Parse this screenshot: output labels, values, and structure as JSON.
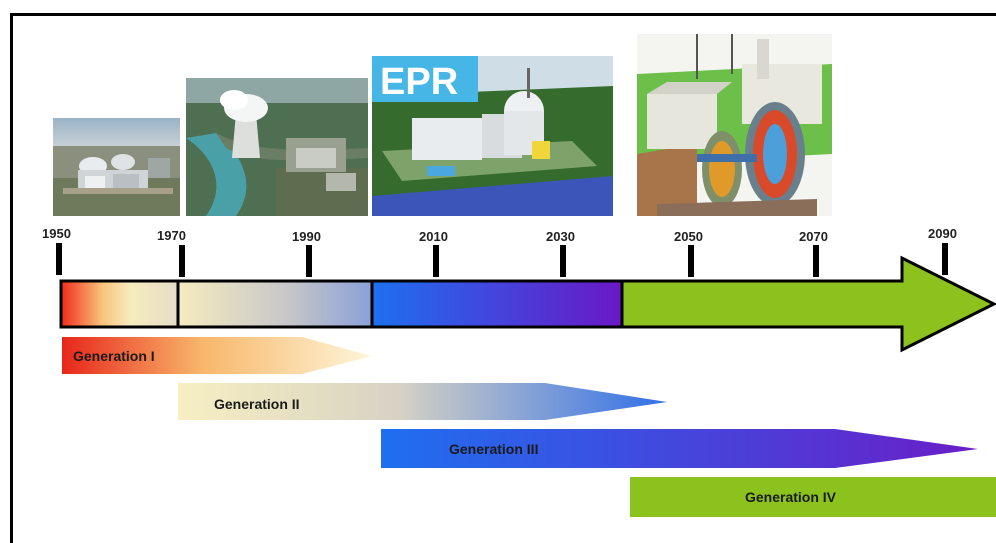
{
  "years": [
    "1950",
    "1970",
    "1990",
    "2010",
    "2030",
    "2050",
    "2070",
    "2090"
  ],
  "generations": [
    {
      "label": "Generation I"
    },
    {
      "label": "Generation II"
    },
    {
      "label": "Generation III"
    },
    {
      "label": "Generation IV"
    }
  ],
  "photos": [
    {
      "name": "gen1-plant-photo"
    },
    {
      "name": "gen2-plant-photo"
    },
    {
      "name": "gen3-epr-photo",
      "logo_text": "EPR"
    },
    {
      "name": "gen4-reactor-illustration"
    }
  ],
  "colors": {
    "gen1_start": "#e8261b",
    "gen1_end": "#fbf3cf",
    "gen2_start": "#f6edbb",
    "gen2_end": "#2f6fe8",
    "gen3_start": "#1f6ff0",
    "gen3_end": "#6a1ec8",
    "gen4": "#8cc21d"
  }
}
